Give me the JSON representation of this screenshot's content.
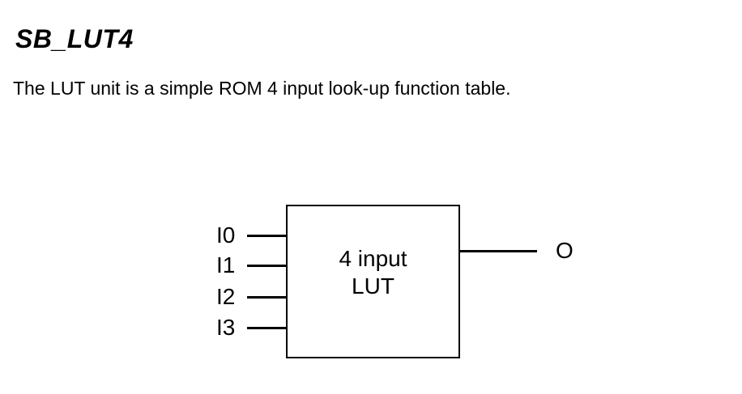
{
  "page": {
    "title": "SB_LUT4",
    "description": "The LUT unit is a simple ROM 4 input look-up function table."
  },
  "diagram": {
    "block": {
      "label_line1": "4 input",
      "label_line2": "LUT"
    },
    "inputs": [
      {
        "label": "I0"
      },
      {
        "label": "I1"
      },
      {
        "label": "I2"
      },
      {
        "label": "I3"
      }
    ],
    "output": {
      "label": "O"
    },
    "colors": {
      "line": "#000000",
      "text": "#000000",
      "background": "#ffffff"
    }
  }
}
